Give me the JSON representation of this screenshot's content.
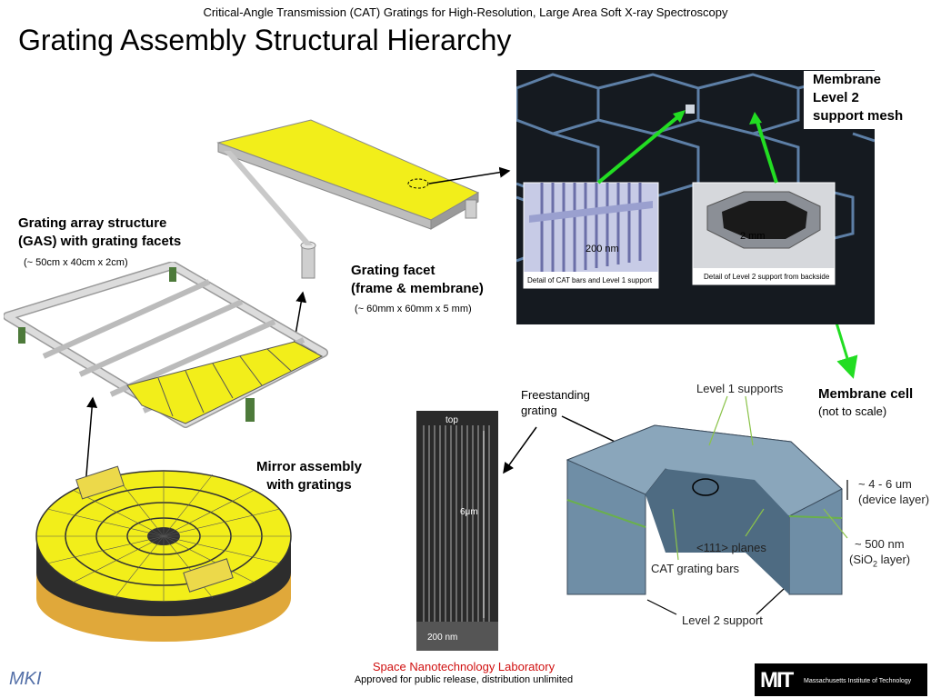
{
  "header": {
    "subtitle": "Critical-Angle Transmission (CAT) Gratings for High-Resolution, Large Area Soft X-ray Spectroscopy",
    "title": "Grating Assembly Structural Hierarchy"
  },
  "labels": {
    "gas_line1": "Grating array structure",
    "gas_line2": "(GAS) with grating facets",
    "gas_dims": "(~ 50cm x 40cm x 2cm)",
    "facet_line1": "Grating facet",
    "facet_line2": "(frame & membrane)",
    "facet_dims": "(~ 60mm x 60mm x 5 mm)",
    "mirror_line1": "Mirror assembly",
    "mirror_line2": "with gratings",
    "mesh_line1": "Membrane",
    "mesh_line2": "Level 2",
    "mesh_line3": "support mesh",
    "cell_line1": "Membrane cell",
    "cell_line2": "(not to scale)",
    "freestanding_line1": "Freestanding",
    "freestanding_line2": "grating",
    "level1_supports": "Level 1 supports",
    "device_layer_1": "~ 4 - 6 um",
    "device_layer_2": "(device layer)",
    "sio2_1": "~ 500 nm",
    "sio2_2": "(SiO",
    "sio2_sub": "2",
    "sio2_3": " layer)",
    "planes": "<111> planes",
    "cat_bars": "CAT grating bars",
    "level2_support": "Level 2 support"
  },
  "micrograph": {
    "top": "top",
    "depth": "6μm",
    "width": "200 nm"
  },
  "insets": {
    "left_scale": "200 nm",
    "left_caption": "Detail of CAT bars and Level 1 support",
    "right_scale": "2 mm",
    "right_caption": "Detail of Level 2 support from backside"
  },
  "footer": {
    "lab": "Space Nanotechnology Laboratory",
    "release": "Approved for public release, distribution unlimited",
    "mit_mark": "MIT",
    "mit_name": "Massachusetts Institute of Technology",
    "mki_logo": "MKI"
  },
  "colors": {
    "accent_yellow": "#f2ee1a",
    "mesh_green": "#22dd22",
    "lab_red": "#d01010",
    "cell_blue": "#6f8ea6"
  }
}
